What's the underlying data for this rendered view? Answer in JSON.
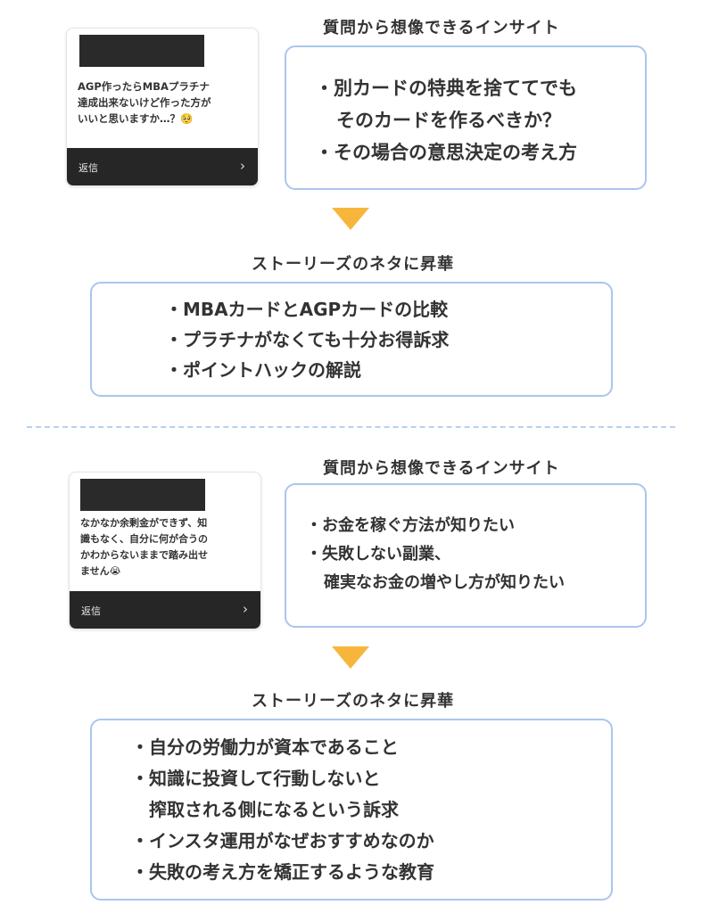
{
  "section1": {
    "card": {
      "message": "AGP作ったらMBAプラチナ\n達成出来ないけど作った方が\nいいと思いますか…？🥺",
      "reply_label": "返信",
      "chevron_icon": "chevron-right-icon"
    },
    "insight_label": "質問から想像できるインサイト",
    "insights": [
      "・別カードの特典を捨ててでも",
      "そのカードを作るべきか？",
      "・その場合の意思決定の考え方"
    ],
    "topic_label": "ストーリーズのネタに昇華",
    "topics": [
      "・MBAカードとAGPカードの比較",
      "・プラチナがなくても十分お得訴求",
      "・ポイントハックの解説"
    ]
  },
  "section2": {
    "card": {
      "message": "なかなか余剰金ができず、知\n識もなく、自分に何が合うの\nかわからないままで踏み出せ\nません😭",
      "reply_label": "返信",
      "chevron_icon": "chevron-right-icon"
    },
    "insight_label": "質問から想像できるインサイト",
    "insights": [
      "・お金を稼ぐ方法が知りたい",
      "・失敗しない副業、",
      "確実なお金の増やし方が知りたい"
    ],
    "topic_label": "ストーリーズのネタに昇華",
    "topics": [
      "・自分の労働力が資本であること",
      "・知識に投資して行動しないと",
      "搾取される側になるという訴求",
      "・インスタ運用がなぜおすすめなのか",
      "・失敗の考え方を矯正するような教育"
    ]
  },
  "colors": {
    "box_border": "#a9c6ee",
    "arrow": "#f7b63b",
    "card_footer": "#262626",
    "divider": "#b8d0f0"
  }
}
